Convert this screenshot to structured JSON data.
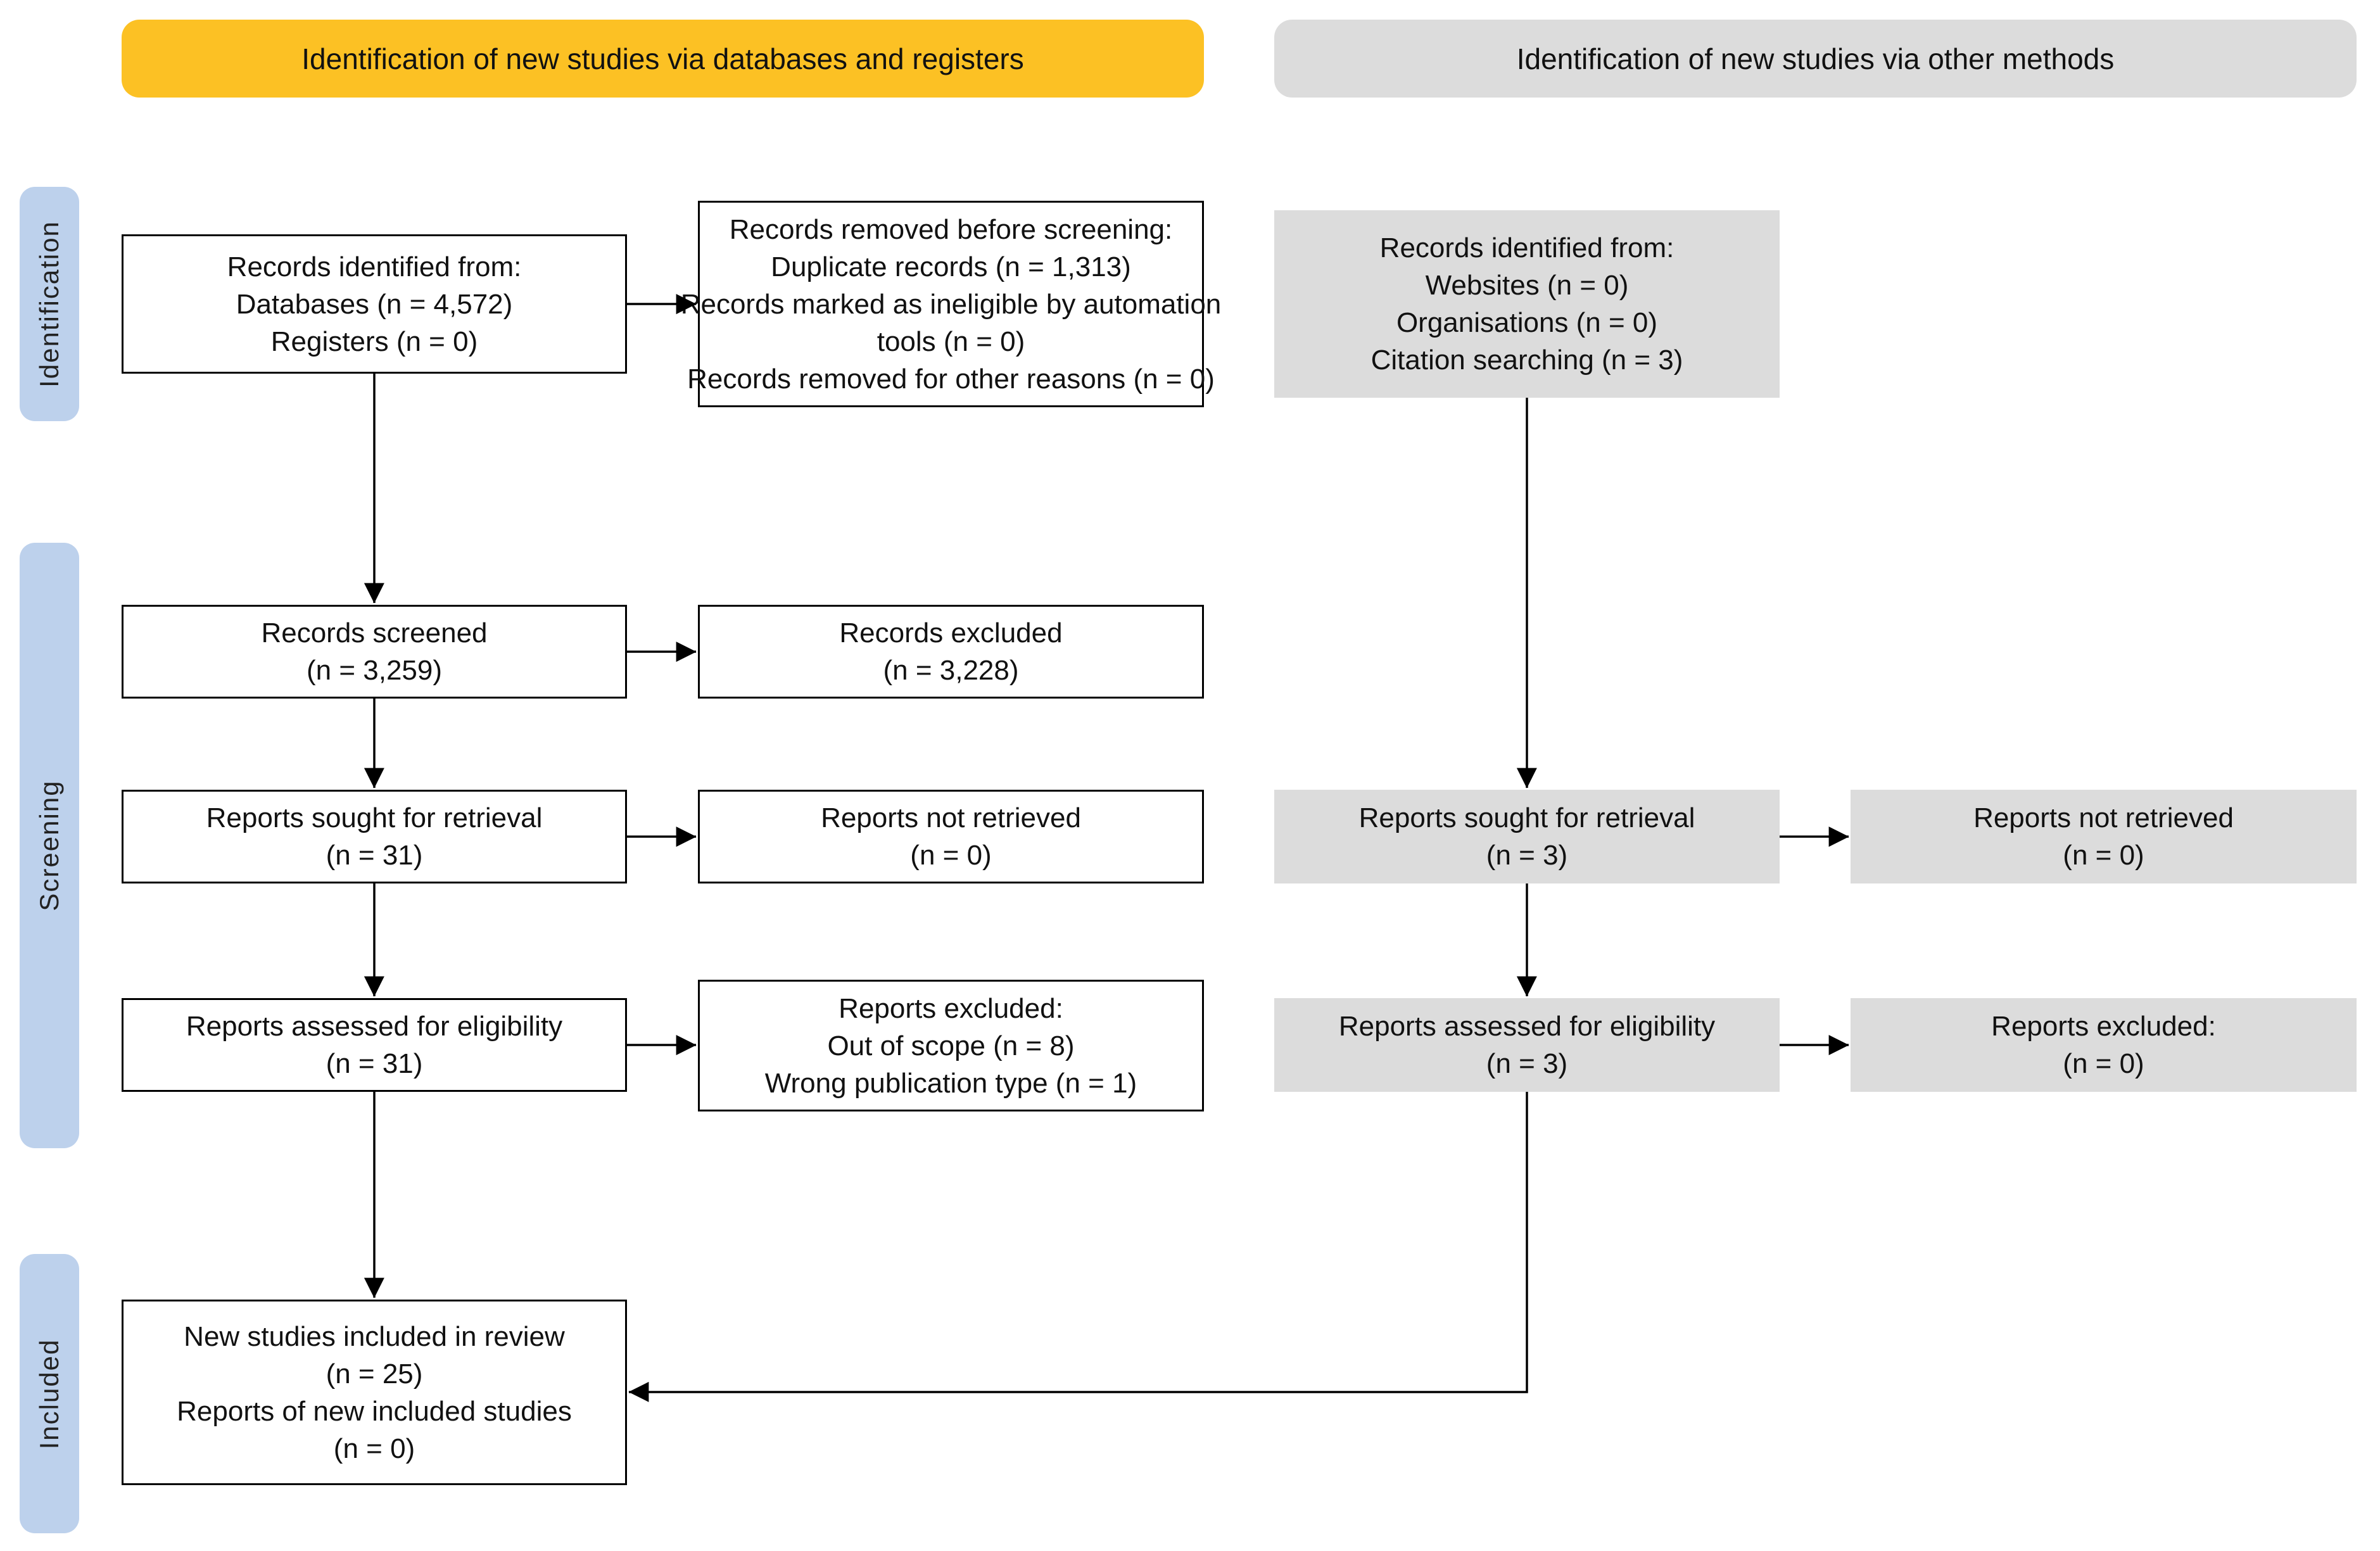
{
  "banners": {
    "databases": "Identification of new studies via databases and registers",
    "other": "Identification of new studies via other methods"
  },
  "phases": {
    "identification": "Identification",
    "screening": "Screening",
    "included": "Included"
  },
  "db": {
    "identified": [
      "Records identified from:",
      "Databases (n = 4,572)",
      "Registers (n = 0)"
    ],
    "removed": [
      "Records removed before screening:",
      "Duplicate records (n = 1,313)",
      "Records marked as ineligible by automation",
      "tools (n = 0)",
      "Records removed for other reasons (n = 0)"
    ],
    "screened": [
      "Records screened",
      "(n = 3,259)"
    ],
    "excluded": [
      "Records excluded",
      "(n = 3,228)"
    ],
    "sought": [
      "Reports sought for retrieval",
      "(n = 31)"
    ],
    "not_retrieved": [
      "Reports not retrieved",
      "(n = 0)"
    ],
    "assessed": [
      "Reports assessed for eligibility",
      "(n = 31)"
    ],
    "reports_excluded": [
      "Reports excluded:",
      "Out of scope (n = 8)",
      "Wrong publication type (n = 1)"
    ],
    "included": [
      "New studies included in review",
      "(n = 25)",
      "Reports of new included studies",
      "(n = 0)"
    ]
  },
  "other": {
    "identified": [
      "Records identified from:",
      "Websites (n = 0)",
      "Organisations (n = 0)",
      "Citation searching (n = 3)"
    ],
    "sought": [
      "Reports sought for retrieval",
      "(n = 3)"
    ],
    "not_retrieved": [
      "Reports not retrieved",
      "(n = 0)"
    ],
    "assessed": [
      "Reports assessed for eligibility",
      "(n = 3)"
    ],
    "reports_excluded": [
      "Reports excluded:",
      "(n = 0)"
    ]
  },
  "colors": {
    "db_banner": "#fcc124",
    "other_banner": "#dcdcdc",
    "phase_label": "#bdd1ec",
    "grey_box": "#dcdcdc"
  }
}
